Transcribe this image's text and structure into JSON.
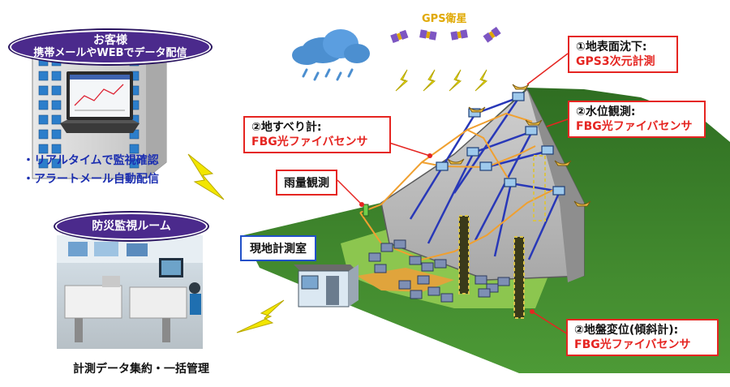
{
  "customer": {
    "title": "お客様",
    "subtitle": "携帯メールやWEBでデータ配信"
  },
  "bullets": [
    "・リアルタイムで監視確認",
    "・アラートメール自動配信"
  ],
  "monitor_room": {
    "title": "防災監視ルーム"
  },
  "bottom_note": "計測データ集約・一括管理",
  "satellite_label": "GPS衛星",
  "callouts": {
    "gps": {
      "line1": "①地表面沈下:",
      "line2": "GPS3次元計測"
    },
    "water": {
      "line1": "②水位観測:",
      "line2": "FBG光ファイバセンサ"
    },
    "slide": {
      "line1": "②地すべり計:",
      "line2": "FBG光ファイバセンサ"
    },
    "ground": {
      "line1": "②地盤変位(傾斜計):",
      "line2": "FBG光ファイバセンサ"
    }
  },
  "rain_label": "雨量観測",
  "station_label": "現地計測室",
  "colors": {
    "banner": "#4b2a8c",
    "callout_border": "#e52521",
    "callout_text": "#e52521",
    "bullet_text": "#1c2fb0",
    "station_border": "#2050c8",
    "lightning": "#f2e600",
    "hill_green": "#3f8f2f",
    "slope_gray": "#b8b8b8",
    "fiber_orange": "#f0a030",
    "cable_blue": "#2838b8"
  }
}
